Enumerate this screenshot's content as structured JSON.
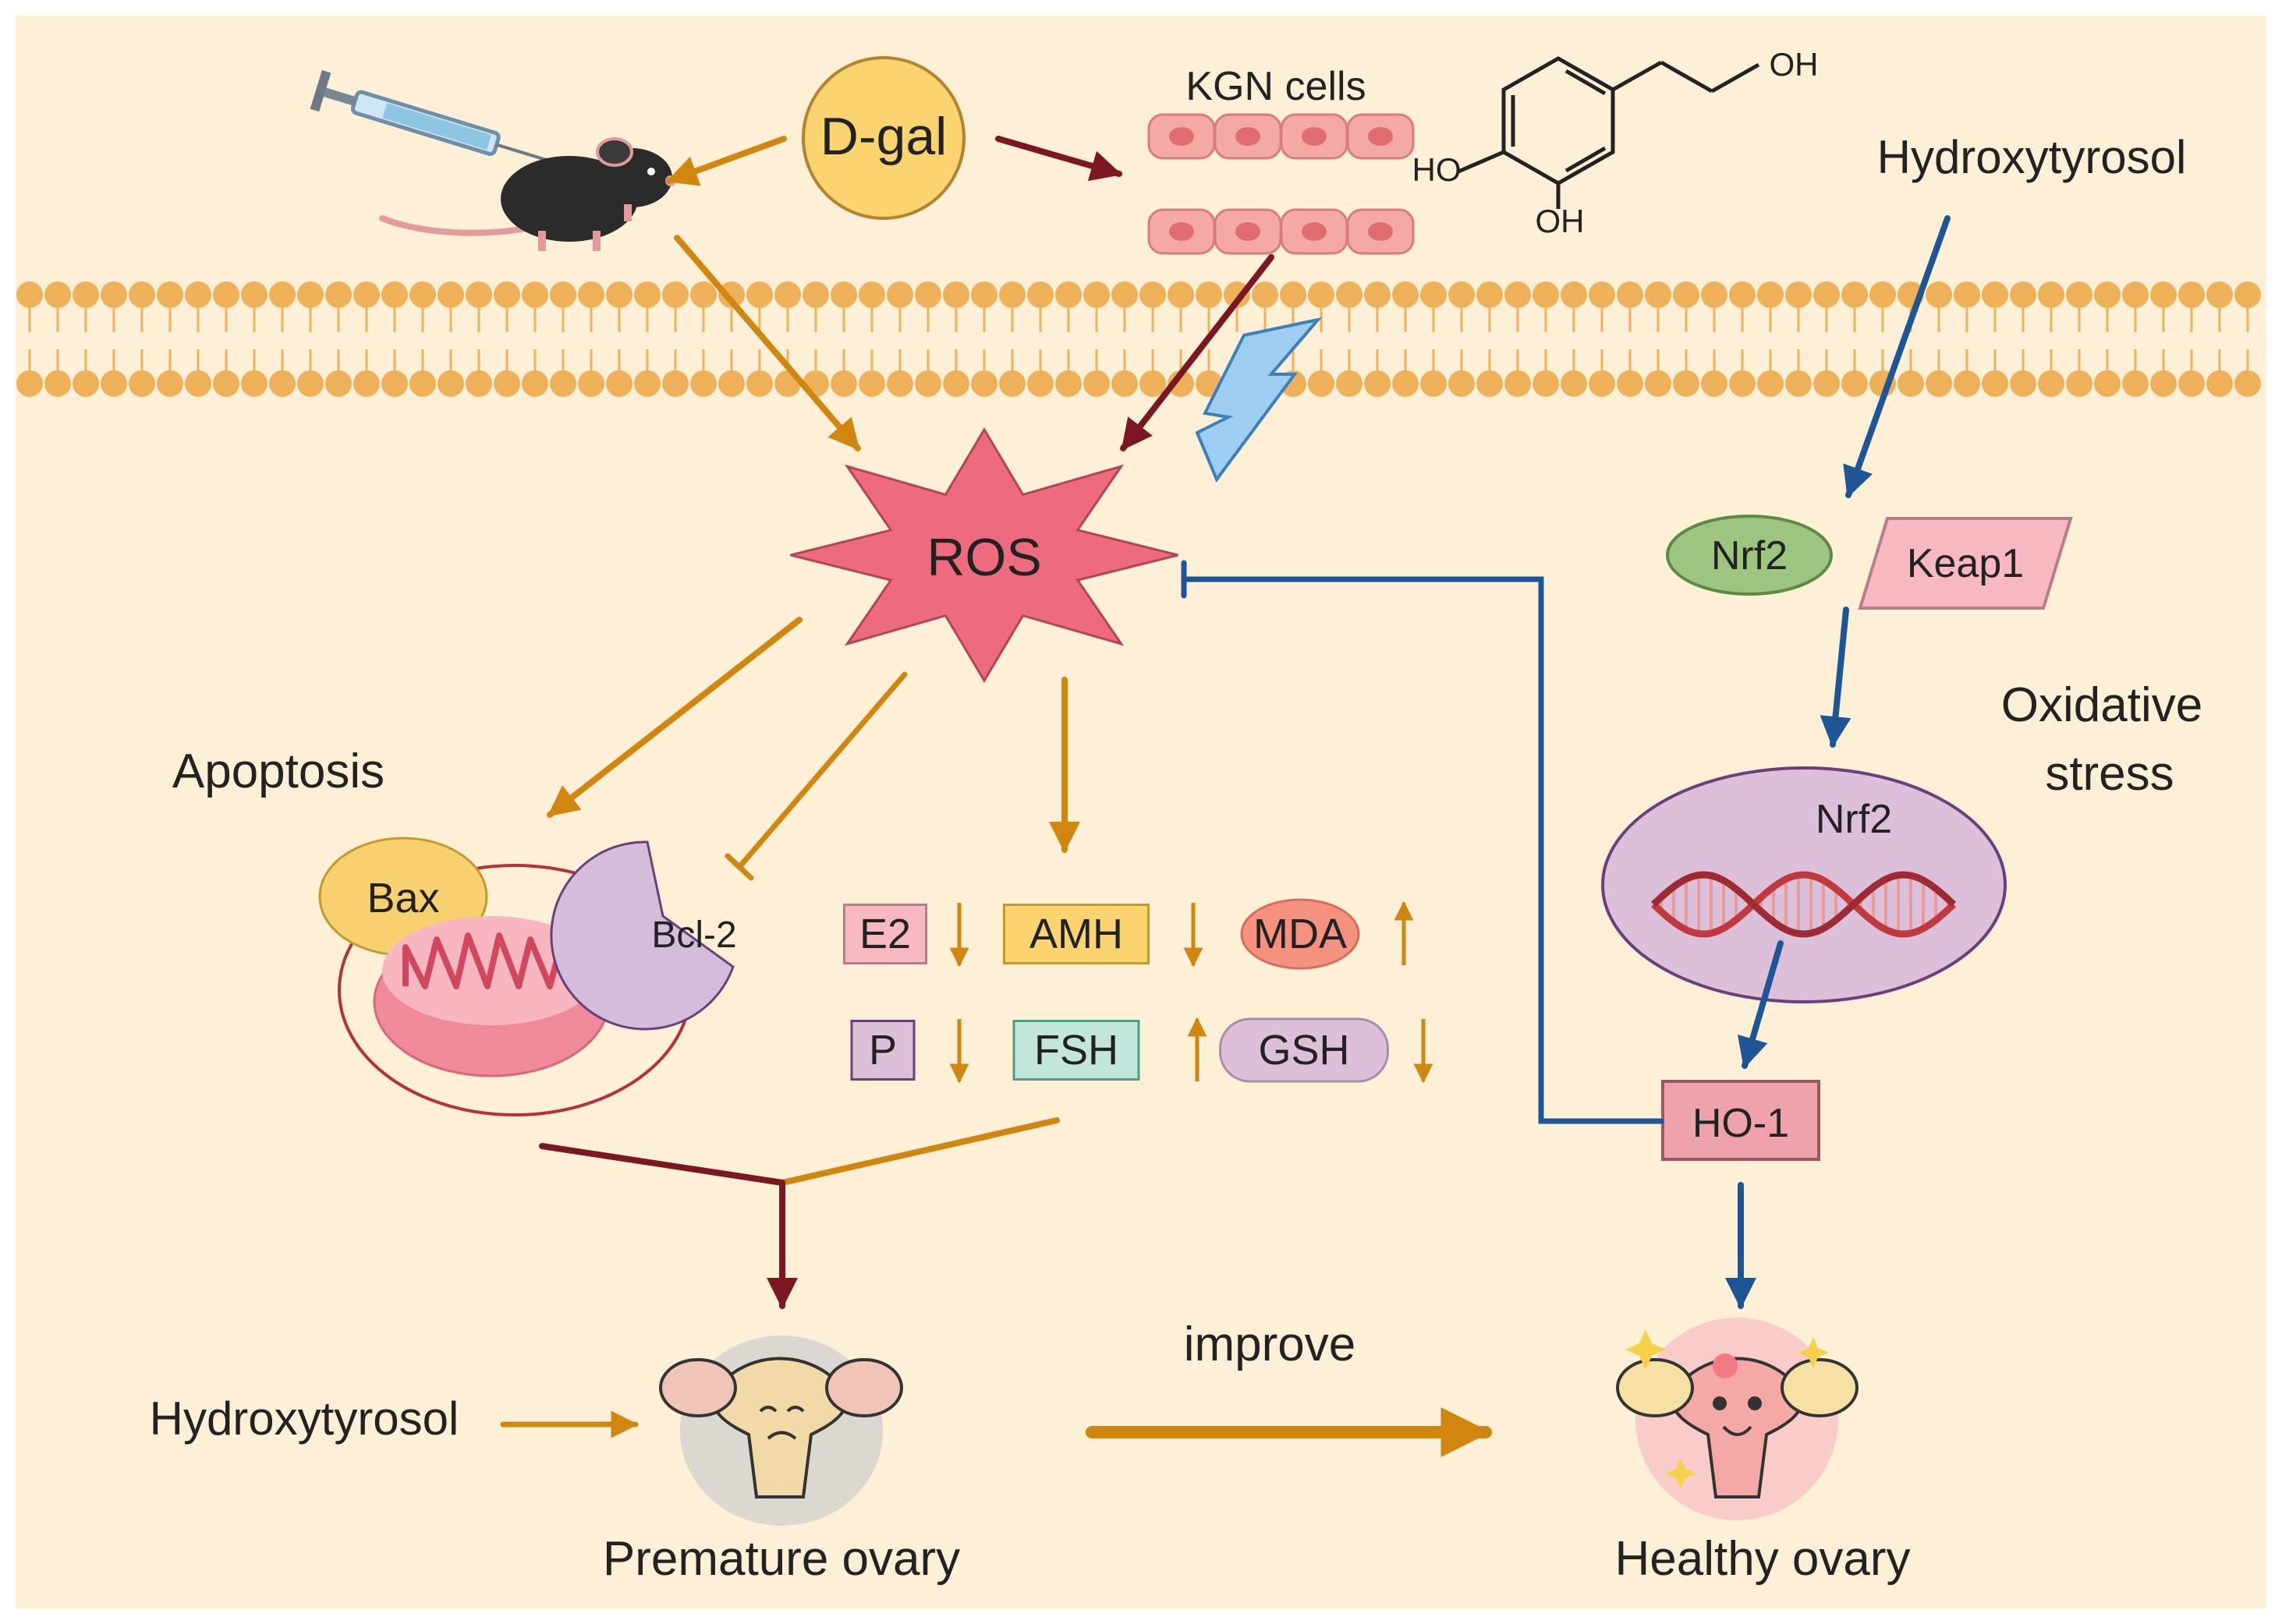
{
  "labels": {
    "dgal": "D-gal",
    "kgn": "KGN cells",
    "ho_group": "HO",
    "oh_ring": "OH",
    "oh_side": "OH",
    "hydroxytyrosol_top": "Hydroxytyrosol",
    "ros": "ROS",
    "nrf2_oval": "Nrf2",
    "keap1": "Keap1",
    "oxidative_line1": "Oxidative",
    "oxidative_line2": "stress",
    "nrf2_nucleus": "Nrf2",
    "apoptosis": "Apoptosis",
    "bax": "Bax",
    "bcl2": "Bcl-2",
    "ho1": "HO-1",
    "hydroxytyrosol_bottom": "Hydroxytyrosol",
    "improve": "improve",
    "premature": "Premature ovary",
    "healthy": "Healthy ovary"
  },
  "markers": [
    {
      "label": "E2",
      "trend": "down"
    },
    {
      "label": "AMH",
      "trend": "down"
    },
    {
      "label": "MDA",
      "trend": "up"
    },
    {
      "label": "P",
      "trend": "down"
    },
    {
      "label": "FSH",
      "trend": "up"
    },
    {
      "label": "GSH",
      "trend": "down"
    }
  ],
  "colors": {
    "background": "#fdf0d6",
    "membrane": "#eeb15a",
    "orange_arrow": "#d0860f",
    "dark_red_arrow": "#7a1722",
    "blue_arrow": "#1d5595",
    "ros_fill": "#ee6b7e",
    "dgal_fill": "#fad470",
    "nrf2_fill": "#9dc580",
    "keap1_fill": "#f7b8c2",
    "nucleus_fill": "#dcc0da",
    "ho1_fill": "#eea2ab",
    "e2_fill": "#f7b8c2",
    "amh_fill": "#fad470",
    "mda_fill": "#f4927f",
    "p_fill": "#dcc0da",
    "fsh_fill": "#c3e6dc",
    "gsh_fill": "#dcc0da"
  }
}
